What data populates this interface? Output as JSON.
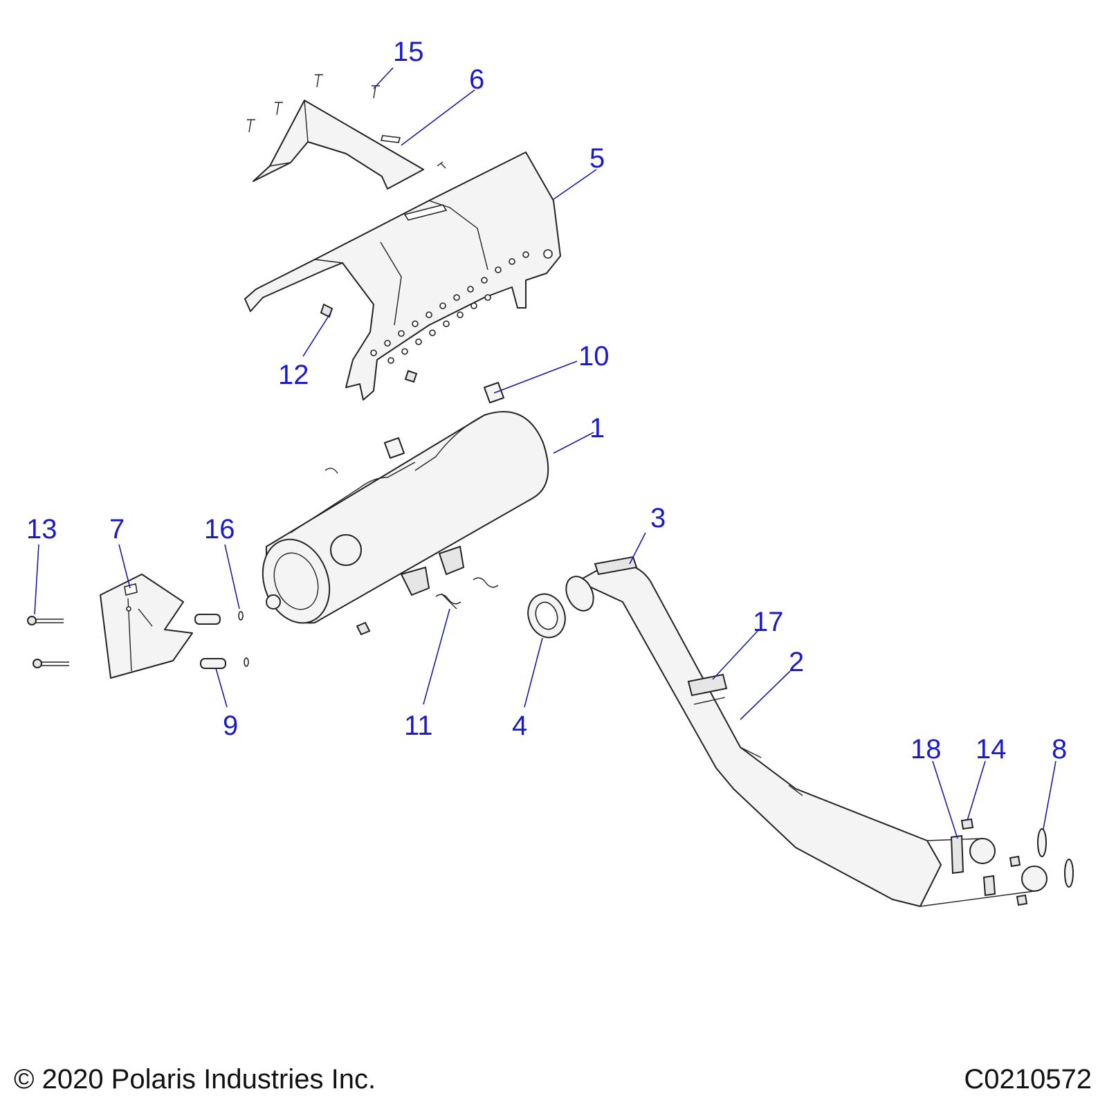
{
  "callouts": {
    "c1": "1",
    "c2": "2",
    "c3": "3",
    "c4": "4",
    "c5": "5",
    "c6": "6",
    "c7": "7",
    "c8": "8",
    "c9": "9",
    "c10": "10",
    "c11": "11",
    "c12": "12",
    "c13": "13",
    "c14": "14",
    "c15": "15",
    "c16": "16",
    "c17": "17",
    "c18": "18"
  },
  "footer": {
    "copyright": "© 2020 Polaris Industries Inc.",
    "drawing_number": "C0210572"
  },
  "colors": {
    "callout": "#1a1acc",
    "line": "#222222"
  }
}
